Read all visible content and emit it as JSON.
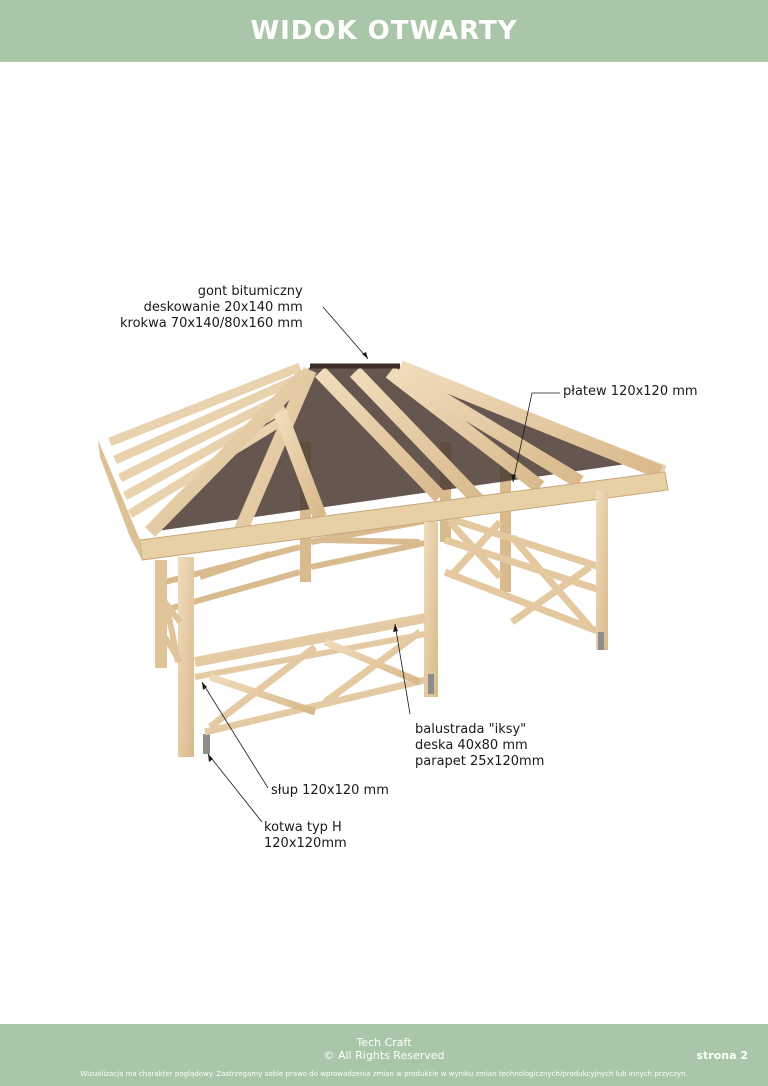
{
  "header": {
    "title": "WIDOK OTWARTY"
  },
  "callouts": {
    "roof": {
      "line1": "gont bitumiczny",
      "line2": "deskowanie 20x140 mm",
      "line3": "krokwa 70x140/80x160 mm"
    },
    "purlin": {
      "line1": "płatew 120x120 mm"
    },
    "balustrade": {
      "line1": "balustrada \"iksy\"",
      "line2": "deska 40x80 mm",
      "line3": "parapet 25x120mm"
    },
    "post": {
      "line1": "słup 120x120 mm"
    },
    "anchor": {
      "line1": "kotwa typ H",
      "line2": "120x120mm"
    }
  },
  "footer": {
    "company": "Tech Craft",
    "rights": "© All Rights Reserved",
    "page": "strona 2",
    "disclaimer": "Wizualizacja ma charakter poglądowy. Zastrzegamy sobie prawo do wprowadzenia zmian w produkcie w wyniku zmian technologicznych/produkcyjnych lub innych przyczyn."
  },
  "colors": {
    "band": "#a9c6a8",
    "wood": "#e8cfa8",
    "wood_dark": "#c9a77b",
    "roof_dark": "#4a3a30"
  }
}
